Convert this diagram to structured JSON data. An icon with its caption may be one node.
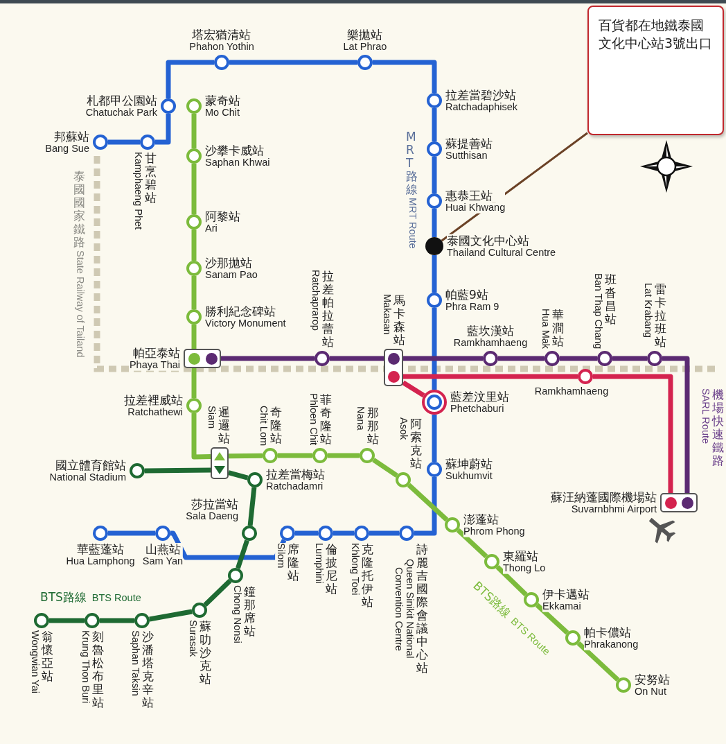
{
  "diagram": {
    "nodes": [
      {
        "text": [
          "百貨都在地鐵泰國文化中心站3號出口"
        ]
      },
      {
        "text": [
          "塔宏猶清站",
          "Phahon Yothin"
        ]
      },
      {
        "text": [
          "樂拋站",
          "Lat Phrao"
        ]
      },
      {
        "text": [
          "札都甲公園站",
          "Chatuchak Park"
        ]
      },
      {
        "text": [
          "蒙奇站",
          "Mo Chit"
        ]
      },
      {
        "text": [
          "拉差當碧沙站",
          "Ratchadaphisek"
        ]
      },
      {
        "text": [
          "邦蘇站",
          "Bang Sue"
        ]
      },
      {
        "text": [
          "甘烹碧站",
          "Kamphaeng Phet"
        ]
      },
      {
        "text": [
          "沙攀卡威站",
          "Saphan Khwai"
        ]
      },
      {
        "text": [
          "蘇提善站",
          "Sutthisan"
        ]
      },
      {
        "text": [
          "惠恭王站",
          "Huai Khwang"
        ]
      },
      {
        "text": [
          "阿黎站",
          "Ari"
        ]
      },
      {
        "text": [
          "泰國文化中心站",
          "Thailand Cultural Centre"
        ]
      },
      {
        "text": [
          "沙那拋站",
          "Sanam Pao"
        ]
      },
      {
        "text": [
          "帕藍9站",
          "Phra Ram 9"
        ]
      },
      {
        "text": [
          "拉差帕拉蕾站",
          "Ratchaprarop"
        ]
      },
      {
        "text": [
          "馬卡森站",
          "Makasan"
        ]
      },
      {
        "text": [
          "華澗站",
          "Hua Mak"
        ]
      },
      {
        "text": [
          "班沓昌站",
          "Ban Thap Chang"
        ]
      },
      {
        "text": [
          "雷卡拉班站",
          "Lat Krabang"
        ]
      },
      {
        "text": [
          "勝利紀念碑站",
          "Victory Monument"
        ]
      },
      {
        "text": [
          "帕亞泰站",
          "Phaya Thai"
        ]
      },
      {
        "text": [
          "藍坎漢站",
          "Ramkhamhaeng"
        ]
      },
      {
        "text": [
          "Ramkhamhaeng"
        ]
      },
      {
        "text": [
          "藍差汶里站",
          "Phetchaburi"
        ]
      },
      {
        "text": [
          "拉差裡威站",
          "Ratchathewi"
        ]
      },
      {
        "text": [
          "暹邏站",
          "Siam"
        ]
      },
      {
        "text": [
          "奇隆站",
          "Chit Lom"
        ]
      },
      {
        "text": [
          "菲奇隆站",
          "Phloen Chit"
        ]
      },
      {
        "text": [
          "那那站",
          "Nana"
        ]
      },
      {
        "text": [
          "阿索克站",
          "Asok"
        ]
      },
      {
        "text": [
          "蘇坤蔚站",
          "Sukhumvit"
        ]
      },
      {
        "text": [
          "國立體育館站",
          "National Stadium"
        ]
      },
      {
        "text": [
          "拉差當梅站",
          "Ratchadamri"
        ]
      },
      {
        "text": [
          "蘇汪納蓬國際機場站",
          "Suvarnbhmi Airport"
        ]
      },
      {
        "text": [
          "莎拉當站",
          "Sala Daeng"
        ]
      },
      {
        "text": [
          "澎蓬站",
          "Phrom Phong"
        ]
      },
      {
        "text": [
          "華藍蓬站",
          "Hua Lamphong"
        ]
      },
      {
        "text": [
          "山燕站",
          "Sam Yan"
        ]
      },
      {
        "text": [
          "席隆站",
          "Silom"
        ]
      },
      {
        "text": [
          "倫披尼站",
          "Lumphini"
        ]
      },
      {
        "text": [
          "克隆托伊站",
          "Khlong Toei"
        ]
      },
      {
        "text": [
          "詩麗吉國際會議中心站",
          "Queen Sinikit National Convention Centre"
        ]
      },
      {
        "text": [
          "東羅站",
          "Thong Lo"
        ]
      },
      {
        "text": [
          "鐘那席站",
          "Chong Nonsi"
        ]
      },
      {
        "text": [
          "伊卡邁站",
          "Ekkamai"
        ]
      },
      {
        "text": [
          "蘇叻沙克站",
          "Surasak"
        ]
      },
      {
        "text": [
          "翁懷亞站",
          "Wongwian Yai"
        ]
      },
      {
        "text": [
          "刻魯松布里站",
          "Krung Thon Buri"
        ]
      },
      {
        "text": [
          "沙潘塔克辛站",
          "Saphan Taksin"
        ]
      },
      {
        "text": [
          "帕卡儂站",
          "Phrakanong"
        ]
      },
      {
        "text": [
          "安努站",
          "On Nut"
        ]
      }
    ],
    "edges": [
      {
        "from": 37,
        "to": 38,
        "arrow": "none"
      },
      {
        "from": 38,
        "to": 39,
        "arrow": "none"
      },
      {
        "from": 39,
        "to": 40,
        "arrow": "none"
      },
      {
        "from": 40,
        "to": 41,
        "arrow": "none"
      },
      {
        "from": 41,
        "to": 42,
        "arrow": "none"
      },
      {
        "from": 42,
        "to": 31,
        "arrow": "none"
      },
      {
        "from": 31,
        "to": 24,
        "arrow": "none"
      },
      {
        "from": 24,
        "to": 14,
        "arrow": "none"
      },
      {
        "from": 14,
        "to": 12,
        "arrow": "none"
      },
      {
        "from": 12,
        "to": 10,
        "arrow": "none"
      },
      {
        "from": 10,
        "to": 9,
        "arrow": "none"
      },
      {
        "from": 9,
        "to": 5,
        "arrow": "none"
      },
      {
        "from": 5,
        "to": 2,
        "arrow": "none"
      },
      {
        "from": 2,
        "to": 1,
        "arrow": "none"
      },
      {
        "from": 1,
        "to": 3,
        "arrow": "none"
      },
      {
        "from": 3,
        "to": 7,
        "arrow": "none"
      },
      {
        "from": 7,
        "to": 6,
        "arrow": "none"
      },
      {
        "from": 4,
        "to": 8,
        "arrow": "none",
        "color": "#7cbb3c"
      },
      {
        "from": 8,
        "to": 11,
        "arrow": "none",
        "color": "#7cbb3c"
      },
      {
        "from": 11,
        "to": 13,
        "arrow": "none",
        "color": "#7cbb3c"
      },
      {
        "from": 13,
        "to": 20,
        "arrow": "none",
        "color": "#7cbb3c"
      },
      {
        "from": 20,
        "to": 21,
        "arrow": "none",
        "color": "#7cbb3c"
      },
      {
        "from": 21,
        "to": 25,
        "arrow": "none",
        "color": "#7cbb3c"
      },
      {
        "from": 25,
        "to": 26,
        "arrow": "none",
        "color": "#7cbb3c"
      },
      {
        "from": 26,
        "to": 27,
        "arrow": "none",
        "color": "#7cbb3c"
      },
      {
        "from": 27,
        "to": 28,
        "arrow": "none",
        "color": "#7cbb3c"
      },
      {
        "from": 28,
        "to": 29,
        "arrow": "none",
        "color": "#7cbb3c"
      },
      {
        "from": 29,
        "to": 30,
        "arrow": "none",
        "color": "#7cbb3c"
      },
      {
        "from": 30,
        "to": 36,
        "arrow": "none",
        "color": "#7cbb3c"
      },
      {
        "from": 36,
        "to": 43,
        "arrow": "none",
        "color": "#7cbb3c"
      },
      {
        "from": 43,
        "to": 45,
        "arrow": "none",
        "color": "#7cbb3c"
      },
      {
        "from": 45,
        "to": 50,
        "arrow": "none",
        "color": "#7cbb3c"
      },
      {
        "from": 50,
        "to": 51,
        "arrow": "none",
        "color": "#7cbb3c"
      },
      {
        "from": 32,
        "to": 26,
        "arrow": "none",
        "color": "#1e6a32"
      },
      {
        "from": 26,
        "to": 33,
        "arrow": "none",
        "color": "#1e6a32"
      },
      {
        "from": 33,
        "to": 35,
        "arrow": "none",
        "color": "#1e6a32"
      },
      {
        "from": 35,
        "to": 44,
        "arrow": "none",
        "color": "#1e6a32"
      },
      {
        "from": 44,
        "to": 46,
        "arrow": "none",
        "color": "#1e6a32"
      },
      {
        "from": 46,
        "to": 49,
        "arrow": "none",
        "color": "#1e6a32"
      },
      {
        "from": 49,
        "to": 48,
        "arrow": "none",
        "color": "#1e6a32"
      },
      {
        "from": 48,
        "to": 47,
        "arrow": "none",
        "color": "#1e6a32"
      },
      {
        "from": 21,
        "to": 15,
        "arrow": "none",
        "color": "#5b2a72"
      },
      {
        "from": 15,
        "to": 16,
        "arrow": "none",
        "color": "#5b2a72"
      },
      {
        "from": 16,
        "to": 22,
        "arrow": "none",
        "color": "#5b2a72"
      },
      {
        "from": 22,
        "to": 17,
        "arrow": "none",
        "color": "#5b2a72"
      },
      {
        "from": 17,
        "to": 18,
        "arrow": "none",
        "color": "#5b2a72"
      },
      {
        "from": 18,
        "to": 19,
        "arrow": "none",
        "color": "#5b2a72"
      },
      {
        "from": 19,
        "to": 34,
        "arrow": "none",
        "color": "#5b2a72"
      },
      {
        "from": 16,
        "to": 23,
        "arrow": "none",
        "color": "#d4234f"
      },
      {
        "from": 23,
        "to": 34,
        "arrow": "none",
        "color": "#d4234f"
      },
      {
        "from": 16,
        "to": 24,
        "arrow": "none",
        "color": "#d4234f"
      },
      {
        "from": 0,
        "to": 12,
        "arrow": "none",
        "color": "#6b4226"
      }
    ],
    "labels": [
      "機場快速鐵路",
      "SARL Route",
      "MRT路線",
      "MRT Route",
      "泰國國家鐵路",
      "State Railway of Tailand",
      "BTS路線",
      "BTS Route",
      "BTS路線",
      "BTS Route"
    ]
  }
}
